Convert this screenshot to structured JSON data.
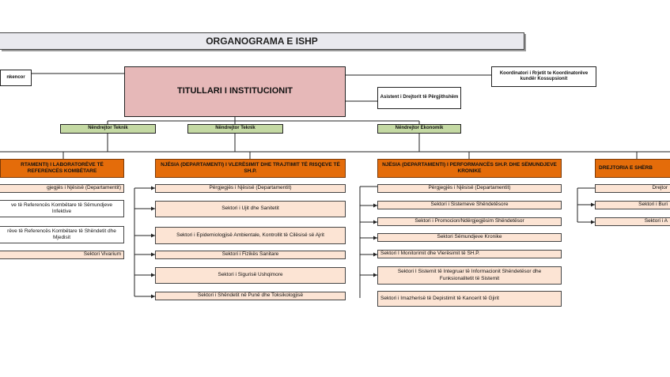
{
  "title": "ORGANOGRAMA E ISHP",
  "top": {
    "left_box": "nkencor",
    "head": "TITULLARI I INSTITUCIONIT",
    "coordinator": "Koordinatori i Rrjetit te Koordinatorëve kundër Kossupsionit",
    "assistant": "Asistent i Drejtorit të Përgjithshëm"
  },
  "deputies": [
    "Nëndrejtor Teknik",
    "Nëndrejtor Teknik",
    "Nëndrejtor Ekonomik"
  ],
  "departments": [
    {
      "title": "RTAMENTI) I LABORATORËVE TË REFERENCËS KOMBËTARE",
      "sectors": [
        "gjegjës i Njësisë (Departamentit)",
        "ve të Referencës Kombëtare të Sëmundjeve Infektive",
        "rëve të Referencës Kombëtare të Shëndetit dhe Mjedisit",
        "Sektori Vivarium"
      ]
    },
    {
      "title": "NJËSIA (DEPARTAMENTI) I VLERËSIMIT DHE TRAJTIMIT TË RISQEVE TË SH.P.",
      "sectors": [
        "Përgjegjës i Njësisë (Departamentit)",
        "Sektori i Ujit dhe Sanitetit",
        "Sektori i Epidemiologjisë Ambientale, Kontrollit të Cilësisë së Ajrit",
        "Sektori i Fizikës Sanitare",
        "Sektori i Sigurisë Ushqimore",
        "Sektori i Shëndetit në Punë dhe Toksikologjisë"
      ]
    },
    {
      "title": "NJËSIA (DEPARTAMENTI) I PERFORMANCËS SH.P. DHE SËMUNDJEVE KRONIKE",
      "sectors": [
        "Përgjegjës i Njësisë (Departamentit)",
        "Sektori i Sistemeve Shëndetësore",
        "Sektori i Promocion/Ndërgjegjësim Shëndetësor",
        "Sektori Sëmundjeve Kronike",
        "Sektori I Monitorimit dhe Vlerësimit të SH.P.",
        "Sektori I Sistemit të Integruar të Informacionit Shëndetësor dhe Funksionalitetit të Sistemit",
        "Sektori i Imazherisë të Depistimit të Kancerit të Gjirit"
      ]
    },
    {
      "title": "DREJTORIA E SHËRB",
      "sectors": [
        "Drejtor",
        "Sektori i Buri",
        "Sektori i A"
      ]
    }
  ]
}
